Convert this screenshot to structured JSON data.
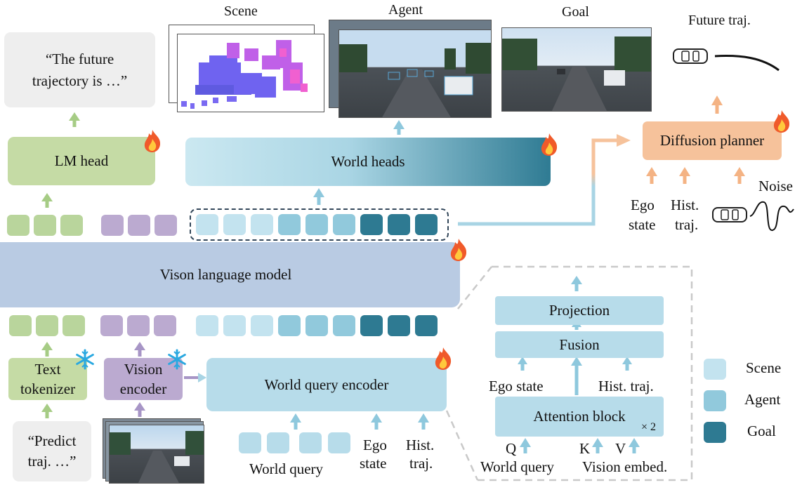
{
  "colors": {
    "lm_green": "#c5dba5",
    "token_green": "#b9d59c",
    "vision_purple": "#bbaad0",
    "world_blue": "#b7dcea",
    "scene": "#c3e3ef",
    "agent": "#91c9dc",
    "goal": "#2e7a92",
    "vlm": "#b9cbe3",
    "diffusion": "#f6c29b",
    "arrow_blue": "#8ec8dd",
    "arrow_green": "#a6cc85",
    "arrow_purple": "#a795c6",
    "arrow_orange": "#f4b384"
  },
  "icons": [
    "fire-icon",
    "snowflake-icon",
    "car-icon"
  ],
  "labels": {
    "scene_title": "Scene",
    "agent_title": "Agent",
    "goal_title": "Goal",
    "future_traj": "Future traj.",
    "output_quote_1": "“The future",
    "output_quote_2": "trajectory is …”",
    "lm_head": "LM head",
    "world_heads": "World heads",
    "diffusion_planner": "Diffusion planner",
    "ego_state_1": "Ego",
    "ego_state_2": "state",
    "hist_traj_1": "Hist.",
    "hist_traj_2": "traj.",
    "noise": "Noise",
    "vlm": "Vison language model",
    "text_tokenizer_1": "Text",
    "text_tokenizer_2": "tokenizer",
    "vision_encoder_1": "Vision",
    "vision_encoder_2": "encoder",
    "world_query_encoder": "World query encoder",
    "prompt_1": "“Predict",
    "prompt_2": "traj. …”",
    "world_query": "World query",
    "bottom_ego_1": "Ego",
    "bottom_ego_2": "state",
    "bottom_hist_1": "Hist.",
    "bottom_hist_2": "traj.",
    "projection": "Projection",
    "fusion": "Fusion",
    "ego_state": "Ego state",
    "hist_traj": "Hist. traj.",
    "attention_block": "Attention block",
    "times_two": "× 2",
    "q": "Q",
    "k": "K",
    "v": "V",
    "detail_world_query": "World query",
    "vision_embed": "Vision embed."
  },
  "legend": [
    {
      "label": "Scene",
      "color": "#c3e3ef"
    },
    {
      "label": "Agent",
      "color": "#91c9dc"
    },
    {
      "label": "Goal",
      "color": "#2e7a92"
    }
  ]
}
